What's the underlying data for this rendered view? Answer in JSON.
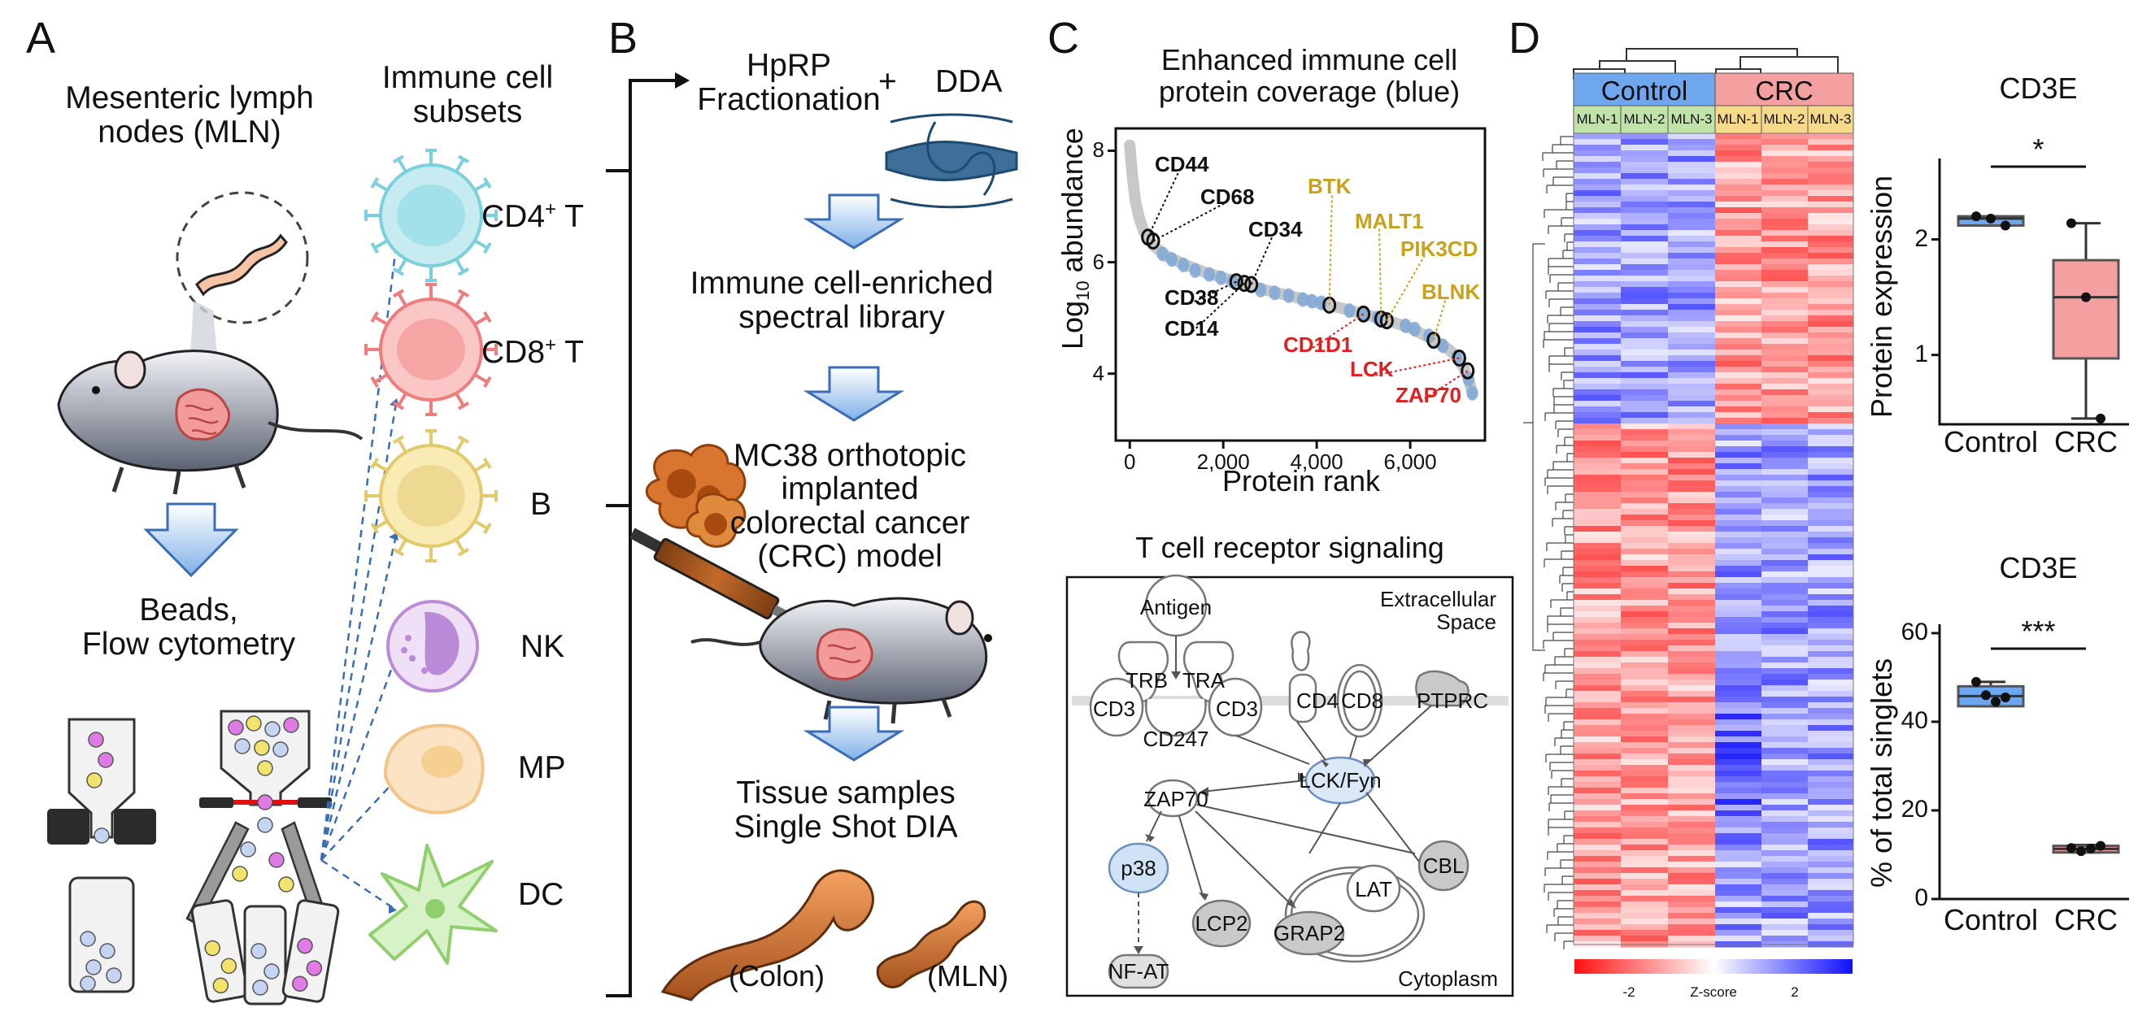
{
  "panels": {
    "A": {
      "letter": "A",
      "title": "Mesenteric lymph\nnodes (MLN)",
      "method": "Beads,\nFlow cytometry",
      "subsets_title": "Immune cell\nsubsets",
      "cells": [
        {
          "id": "cd4",
          "base": "CD4",
          "sup": "+",
          "suffix": " T",
          "fill": "#c6ecf1",
          "stroke": "#7ccfdc",
          "nucleus": "#9adfe8"
        },
        {
          "id": "cd8",
          "base": "CD8",
          "sup": "+",
          "suffix": " T",
          "fill": "#fbc6c6",
          "stroke": "#ef7d7d",
          "nucleus": "#f59c9c"
        },
        {
          "id": "b",
          "base": "B",
          "sup": "",
          "suffix": "",
          "fill": "#f8ecb4",
          "stroke": "#e2c96b",
          "nucleus": "#ead589"
        },
        {
          "id": "nk",
          "base": "NK",
          "sup": "",
          "suffix": "",
          "fill": "#efe0f8",
          "stroke": "#b98bd8",
          "nucleus": "#b98bd8"
        },
        {
          "id": "mp",
          "base": "MP",
          "sup": "",
          "suffix": "",
          "fill": "#fbe3c4",
          "stroke": "#f3c487",
          "nucleus": "#f6cf93"
        },
        {
          "id": "dc",
          "base": "DC",
          "sup": "",
          "suffix": "",
          "fill": "#d8f2c8",
          "stroke": "#8fcf6e",
          "nucleus": "#8fcf6e"
        }
      ]
    },
    "B": {
      "letter": "B",
      "hprp": "HpRP\nFractionation",
      "plus": "+",
      "dda": "DDA",
      "library": "Immune cell-enriched\nspectral library",
      "model": "MC38 orthotopic\nimplanted\ncolorectal cancer\n(CRC) model",
      "samples": "Tissue samples\nSingle Shot DIA",
      "colon": "(Colon)",
      "mln": "(MLN)"
    },
    "C": {
      "letter": "C",
      "title": "Enhanced immune cell\nprotein coverage (blue)",
      "pathway_title": "T cell receptor signaling",
      "extracellular": "Extracellular\nSpace",
      "cytoplasm": "Cytoplasm",
      "nodes": {
        "antigen": "Antigen",
        "trb": "TRB",
        "tra": "TRA",
        "cd3a": "CD3",
        "cd3b": "CD3",
        "cd247": "CD247",
        "cd4": "CD4",
        "cd8": "CD8",
        "ptprc": "PTPRC",
        "zap70": "ZAP70",
        "lckfyn": "LCK/Fyn",
        "p38": "p38",
        "cbl": "CBL",
        "lat": "LAT",
        "grap2": "GRAP2",
        "lcp2": "LCP2",
        "nfat": "NF-AT"
      }
    },
    "D": {
      "letter": "D",
      "group_control": "Control",
      "group_crc": "CRC",
      "samples": [
        "MLN-1",
        "MLN-2",
        "MLN-3",
        "MLN-1",
        "MLN-2",
        "MLN-3"
      ],
      "colorbar_low": "-2",
      "colorbar_label": "Z-score",
      "colorbar_high": "2",
      "heatmap_colors": {
        "low": "#ff1010",
        "mid": "#ffffff",
        "high": "#1010ff",
        "control_header": "#6ea6ef",
        "crc_header": "#f5a0a0",
        "control_sample": "#bfe3a8",
        "crc_sample": "#f7d98a"
      }
    }
  },
  "chart_data": [
    {
      "type": "scatter",
      "title": "Enhanced immune cell protein coverage (blue)",
      "xlabel": "Protein rank",
      "ylabel": "Log10 abundance",
      "ylabel_base": "Log",
      "ylabel_sub": "10",
      "ylabel_rest": " abundance",
      "xlim": [
        -300,
        7600
      ],
      "ylim": [
        2.8,
        8.4
      ],
      "xticks": [
        0,
        2000,
        4000,
        6000
      ],
      "xtick_labels": [
        "0",
        "2,000",
        "4,000",
        "6,000"
      ],
      "yticks": [
        4,
        6,
        8
      ],
      "curve": [
        [
          0,
          8.1
        ],
        [
          50,
          7.6
        ],
        [
          120,
          7.1
        ],
        [
          200,
          6.8
        ],
        [
          300,
          6.55
        ],
        [
          500,
          6.3
        ],
        [
          800,
          6.1
        ],
        [
          1200,
          5.95
        ],
        [
          1600,
          5.82
        ],
        [
          2000,
          5.72
        ],
        [
          2500,
          5.6
        ],
        [
          3000,
          5.48
        ],
        [
          3500,
          5.38
        ],
        [
          4000,
          5.28
        ],
        [
          4500,
          5.18
        ],
        [
          5000,
          5.07
        ],
        [
          5500,
          4.96
        ],
        [
          6000,
          4.82
        ],
        [
          6400,
          4.65
        ],
        [
          6800,
          4.45
        ],
        [
          7000,
          4.3
        ],
        [
          7150,
          4.1
        ],
        [
          7250,
          3.9
        ],
        [
          7330,
          3.65
        ]
      ],
      "blue_points": [
        [
          700,
          6.15
        ],
        [
          900,
          6.05
        ],
        [
          1150,
          5.95
        ],
        [
          1400,
          5.85
        ],
        [
          1700,
          5.78
        ],
        [
          1950,
          5.72
        ],
        [
          2200,
          5.66
        ],
        [
          2800,
          5.5
        ],
        [
          3100,
          5.45
        ],
        [
          3400,
          5.4
        ],
        [
          3700,
          5.33
        ],
        [
          3900,
          5.3
        ],
        [
          4100,
          5.27
        ],
        [
          4700,
          5.13
        ],
        [
          5000,
          5.07
        ],
        [
          5300,
          5.0
        ],
        [
          5900,
          4.86
        ],
        [
          6100,
          4.8
        ],
        [
          6400,
          4.68
        ],
        [
          6700,
          4.5
        ],
        [
          7000,
          4.3
        ],
        [
          7250,
          3.9
        ],
        [
          7330,
          3.65
        ]
      ],
      "labels": [
        {
          "text": "CD44",
          "color": "black",
          "x": 390,
          "y": 6.45
        },
        {
          "text": "CD68",
          "color": "black",
          "x": 500,
          "y": 6.38
        },
        {
          "text": "CD34",
          "color": "black",
          "x": 2600,
          "y": 5.6
        },
        {
          "text": "CD38",
          "color": "black",
          "x": 2280,
          "y": 5.65
        },
        {
          "text": "CD14",
          "color": "black",
          "x": 2450,
          "y": 5.62
        },
        {
          "text": "BTK",
          "color": "yellow",
          "x": 4270,
          "y": 5.23
        },
        {
          "text": "MALT1",
          "color": "yellow",
          "x": 5380,
          "y": 4.98
        },
        {
          "text": "PIK3CD",
          "color": "yellow",
          "x": 5500,
          "y": 4.95
        },
        {
          "text": "BLNK",
          "color": "yellow",
          "x": 6500,
          "y": 4.6
        },
        {
          "text": "CD1D1",
          "color": "red",
          "x": 5000,
          "y": 5.07
        },
        {
          "text": "LCK",
          "color": "red",
          "x": 7050,
          "y": 4.28
        },
        {
          "text": "ZAP70",
          "color": "red",
          "x": 7230,
          "y": 4.05
        }
      ]
    },
    {
      "type": "heatmap",
      "xlabel": "",
      "ylabel": "",
      "categories": [
        "MLN-1",
        "MLN-2",
        "MLN-3",
        "MLN-1",
        "MLN-2",
        "MLN-3"
      ],
      "groups": [
        "Control",
        "Control",
        "Control",
        "CRC",
        "CRC",
        "CRC"
      ],
      "zlim": [
        -2,
        2
      ],
      "clusters": [
        {
          "rows": "upper",
          "control": "blue",
          "crc": "red"
        },
        {
          "rows": "lower",
          "control": "red",
          "crc": "blue"
        }
      ]
    },
    {
      "type": "box",
      "title": "CD3E",
      "xlabel": "",
      "ylabel": "Protein expression",
      "categories": [
        "Control",
        "CRC"
      ],
      "ylim": [
        0.4,
        2.7
      ],
      "yticks": [
        1,
        2
      ],
      "significance": "*",
      "series": [
        {
          "name": "Control",
          "points": [
            2.2,
            2.18,
            2.12
          ],
          "q1": 2.12,
          "median": 2.18,
          "q3": 2.2,
          "min": 2.12,
          "max": 2.2,
          "color": "#6ea6ef"
        },
        {
          "name": "CRC",
          "points": [
            2.14,
            1.5,
            0.45
          ],
          "q1": 0.97,
          "median": 1.5,
          "q3": 1.82,
          "min": 0.45,
          "max": 2.14,
          "color": "#f5a0a0"
        }
      ]
    },
    {
      "type": "box",
      "title": "CD3E",
      "xlabel": "",
      "ylabel": "% of total singlets",
      "categories": [
        "Control",
        "CRC"
      ],
      "ylim": [
        0,
        62
      ],
      "yticks": [
        0,
        20,
        40,
        60
      ],
      "significance": "***",
      "series": [
        {
          "name": "Control",
          "points": [
            49,
            46,
            44.5,
            45.5
          ],
          "q1": 43.5,
          "median": 45.8,
          "q3": 48,
          "min": 43.5,
          "max": 49,
          "color": "#6ea6ef"
        },
        {
          "name": "CRC",
          "points": [
            11.5,
            10.8,
            11.4,
            12
          ],
          "q1": 10.5,
          "median": 11.3,
          "q3": 12,
          "min": 10.5,
          "max": 12.2,
          "color": "#f5a0a0"
        }
      ]
    }
  ]
}
